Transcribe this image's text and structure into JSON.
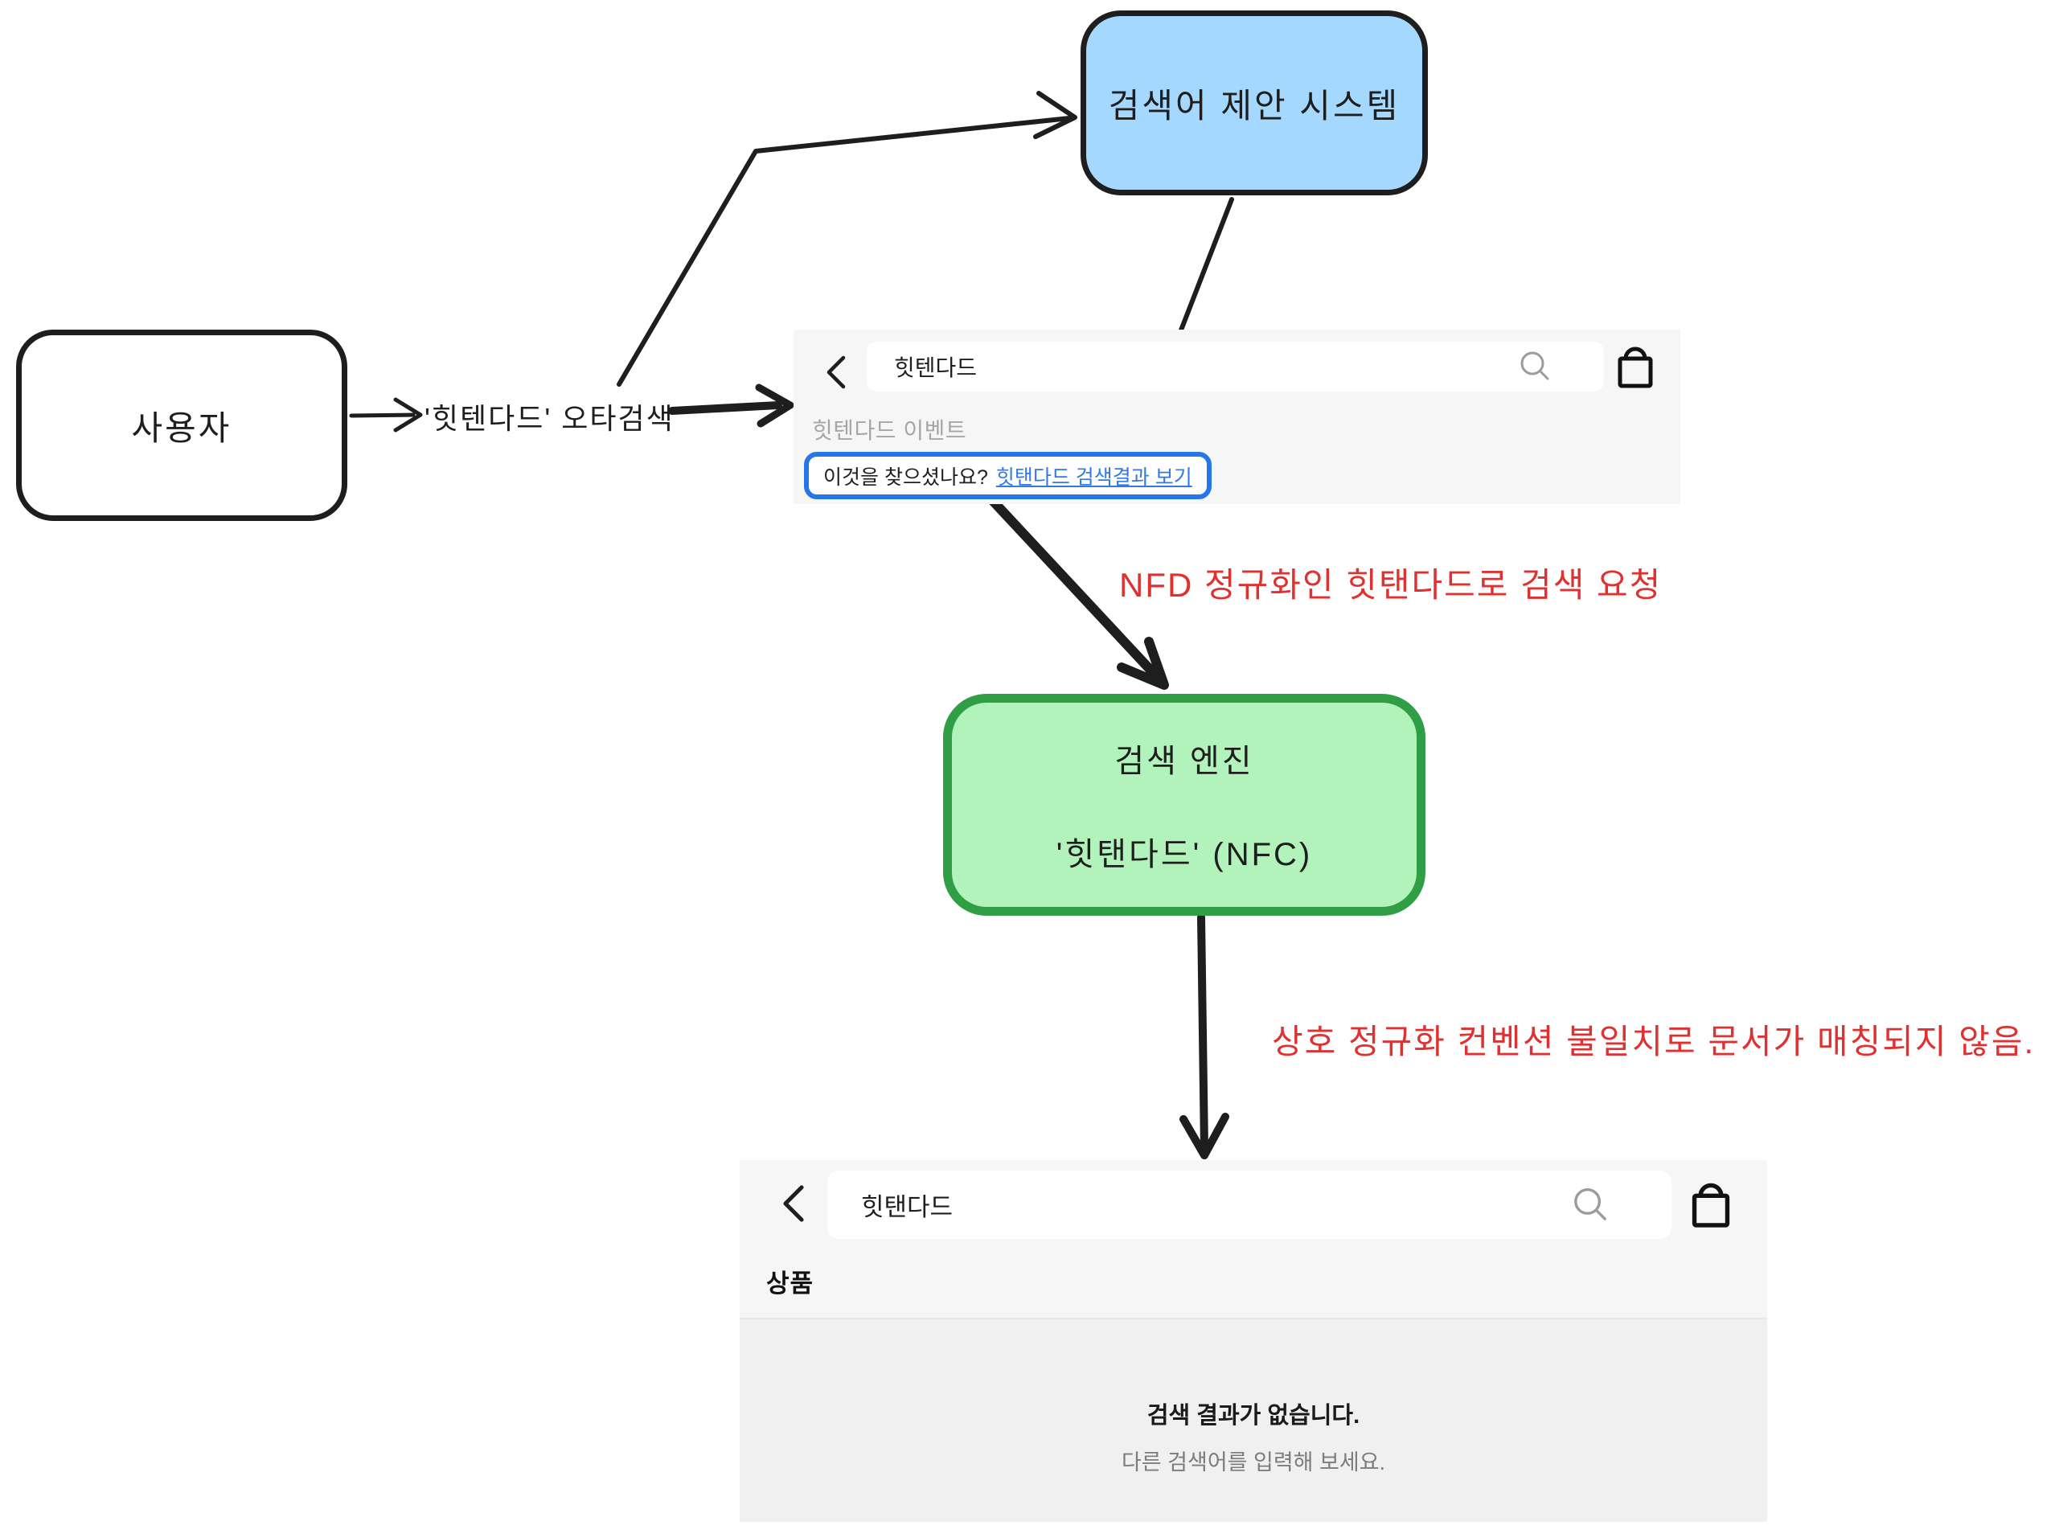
{
  "diagram": {
    "user_box": {
      "label": "사용자"
    },
    "suggestion_system_box": {
      "label": "검색어 제안 시스템",
      "fill": "#a5d8ff"
    },
    "search_engine_box": {
      "line1": "검색 엔진",
      "line2": "'힛탠다드' (NFC)",
      "fill": "#b2f2bb",
      "border_color": "#2f9e44"
    },
    "typo_arrow_label": "'힛텐다드' 오타검색",
    "nfd_note": "NFD 정규화인 힛탠다드로 검색 요청",
    "mismatch_note": "상호 정규화 컨벤션 불일치로 문서가 매칭되지 않음.",
    "note_color": "#e03131"
  },
  "suggest_panel": {
    "search_value": "힛텐다드",
    "suggestion_item": "힛텐다드 이벤트",
    "did_you_mean_prefix": "이것을 찾으셨나요?",
    "did_you_mean_link": "힛탠다드 검색결과 보기",
    "highlight_border_color": "#2577e6",
    "link_color": "#3478e8"
  },
  "results_panel": {
    "search_value": "힛탠다드",
    "tab_label": "상품",
    "empty_title": "검색 결과가 없습니다.",
    "empty_subtitle": "다른 검색어를 입력해 보세요."
  }
}
